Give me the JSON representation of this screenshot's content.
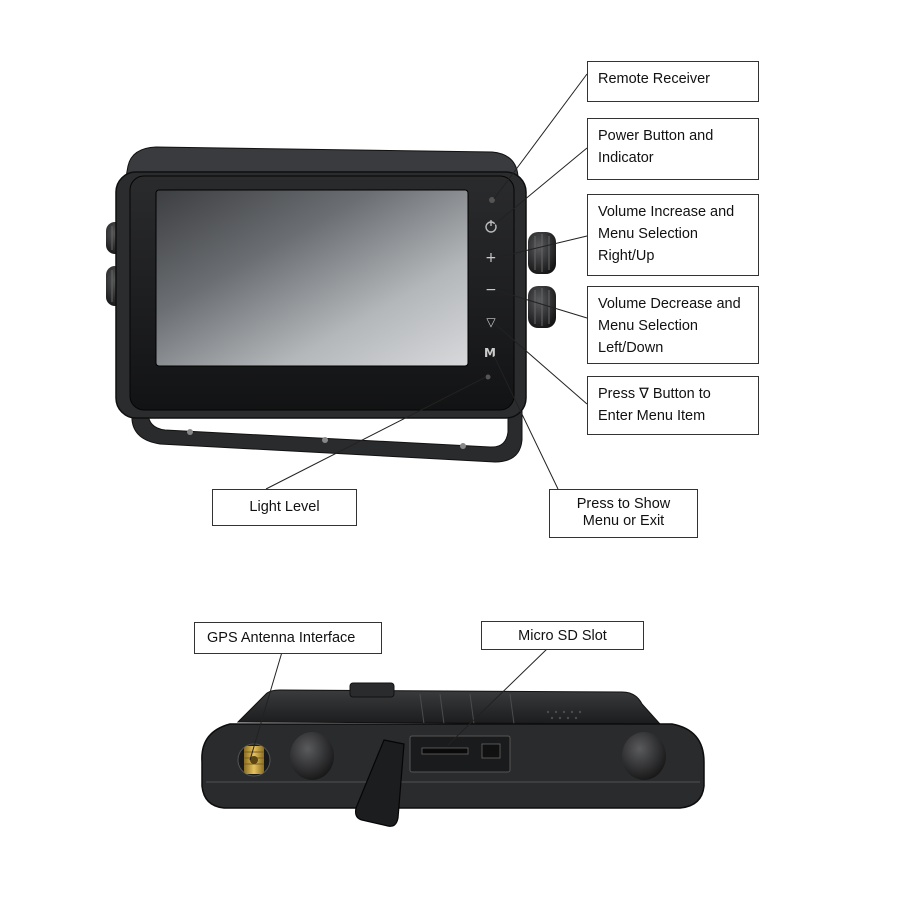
{
  "callouts": {
    "remote_receiver": "Remote Receiver",
    "power_button": "Power Button and Indicator",
    "volume_increase": "Volume Increase and Menu Selection Right/Up",
    "volume_decrease": "Volume Decrease and Menu Selection Left/Down",
    "press_down_button": "Press ∇ Button to Enter Menu Item",
    "light_level": "Light Level",
    "menu_exit": "Press to Show Menu or Exit",
    "gps_antenna": "GPS Antenna Interface",
    "micro_sd": "Micro SD Slot"
  },
  "monitor_buttons": {
    "plus": "+",
    "minus": "−",
    "down": "▽",
    "menu": "M"
  },
  "colors": {
    "housing": "#2b2c2e",
    "bezel": "#1a1b1d",
    "screen_light": "#a7aaad",
    "screen_dark": "#3a3c3f",
    "antenna_gold": "#c9a441"
  }
}
